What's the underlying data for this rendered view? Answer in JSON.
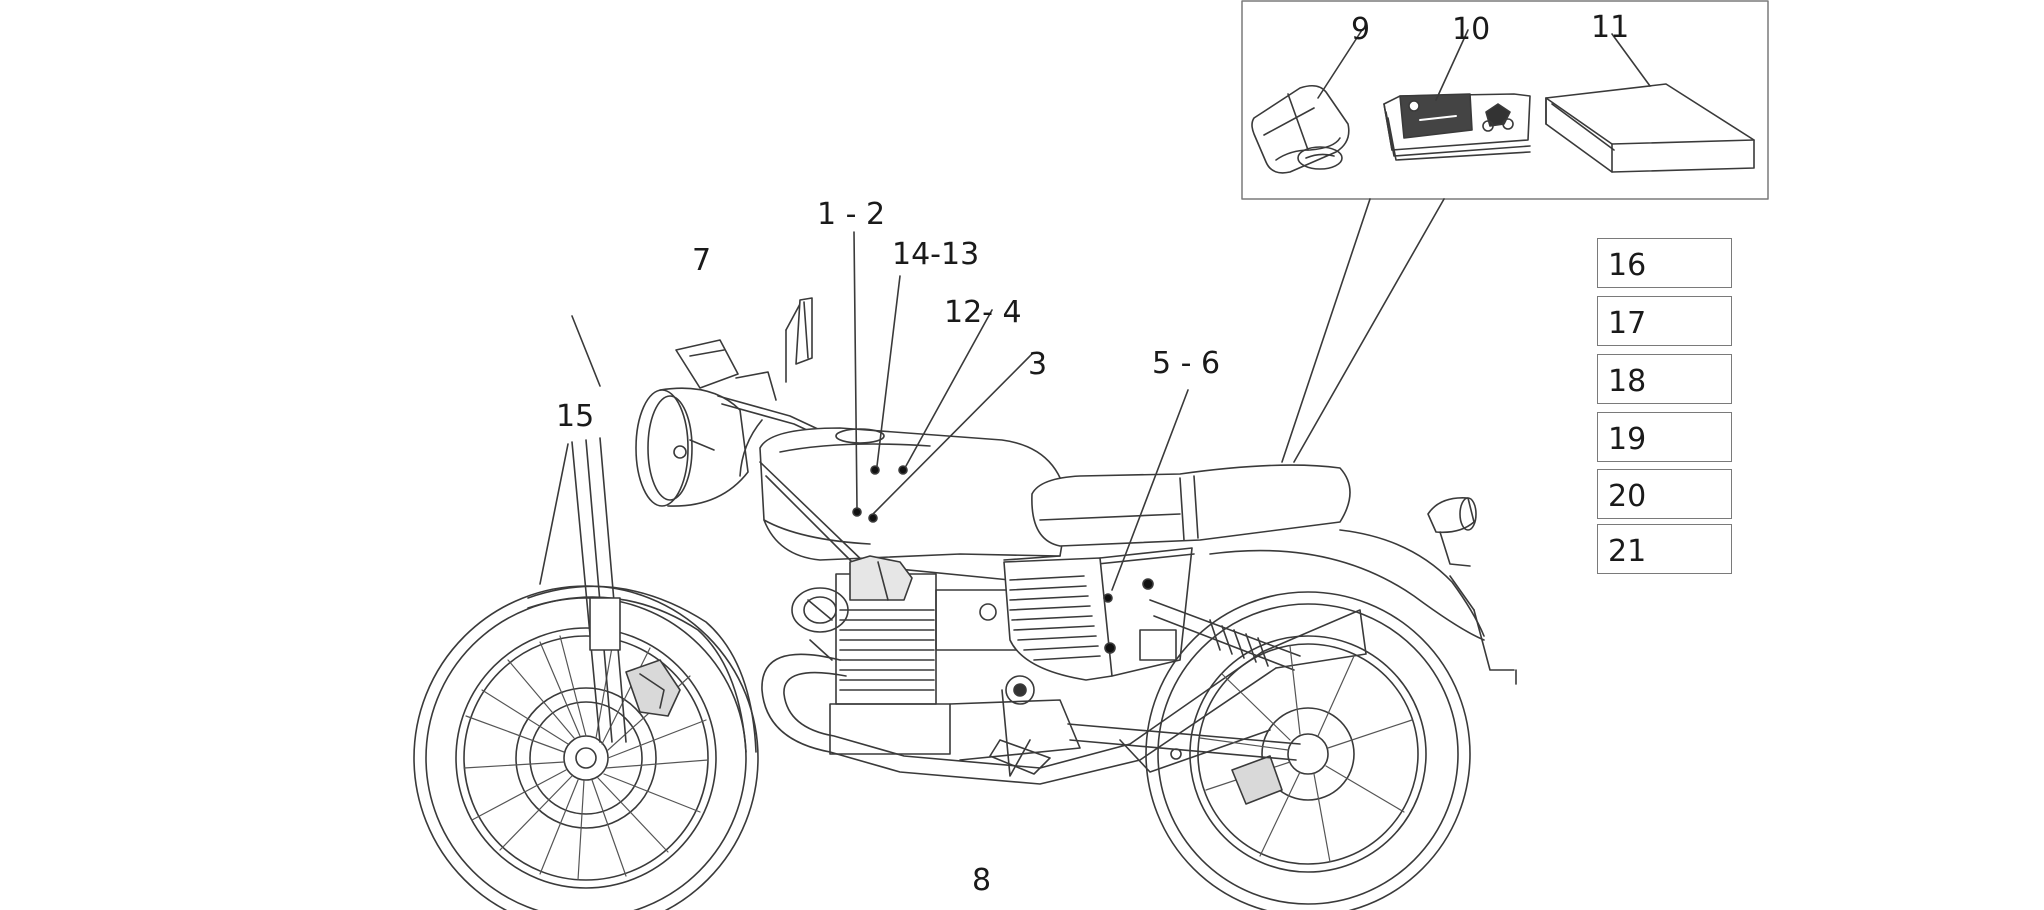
{
  "diagram": {
    "callouts": {
      "c9": "9",
      "c10": "10",
      "c11": "11",
      "c1_2": "1 - 2",
      "c14_13": "14-13",
      "c7": "7",
      "c12_4": "12- 4",
      "c3": "3",
      "c5_6": "5 - 6",
      "c15": "15",
      "c8": "8"
    },
    "legend": [
      "16",
      "17",
      "18",
      "19",
      "20",
      "21"
    ]
  },
  "colors": {
    "line": "#3a3a3a",
    "box": "#7a7a7a",
    "dark": "#2a2a2a"
  }
}
